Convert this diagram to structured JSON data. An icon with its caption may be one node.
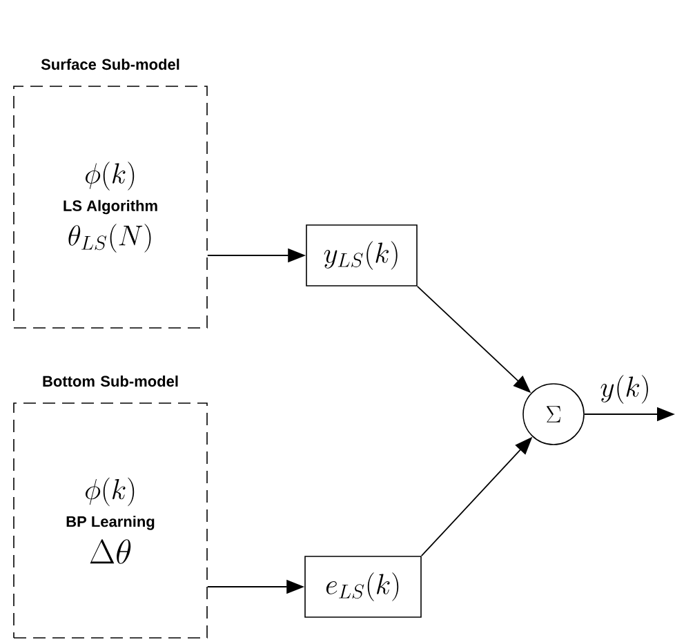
{
  "diagram": {
    "nodes": [
      {
        "text": [
          "Surface Sub-model",
          "\\phi(k)",
          "LS Algorithm",
          "\\theta_{LS}(N)"
        ]
      },
      {
        "text": [
          "Bottom Sub-model",
          "\\phi(k)",
          "BP Learning",
          "\\Delta\\theta"
        ]
      },
      {
        "text": [
          "y_{LS}(k)"
        ]
      },
      {
        "text": [
          "e_{LS}(k)"
        ]
      },
      {
        "text": [
          "\\Sigma"
        ]
      }
    ],
    "edges": [
      {
        "from": 0,
        "to": 2,
        "arrow": "to"
      },
      {
        "from": 1,
        "to": 3,
        "arrow": "to"
      },
      {
        "from": 2,
        "to": 4,
        "arrow": "to"
      },
      {
        "from": 3,
        "to": 4,
        "arrow": "to"
      },
      {
        "from": 4,
        "to": null,
        "arrow": "to",
        "label": "y(k)"
      }
    ]
  }
}
